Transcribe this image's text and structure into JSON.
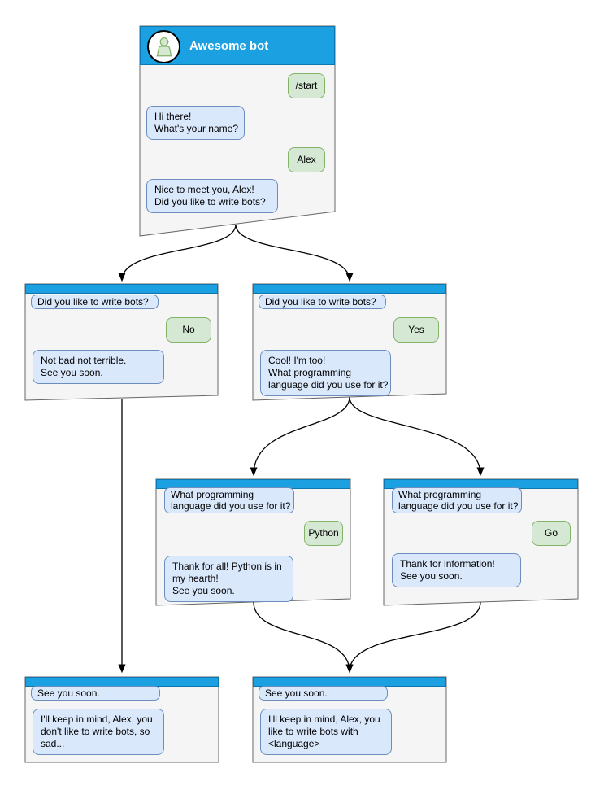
{
  "root_card": {
    "title": "Awesome bot",
    "avatar_icon": "user-icon",
    "messages": [
      {
        "from": "user",
        "text": "/start"
      },
      {
        "from": "bot",
        "text": "Hi there!\nWhat's your name?"
      },
      {
        "from": "user",
        "text": "Alex"
      },
      {
        "from": "bot",
        "text": "Nice to meet you, Alex!\nDid you like to write bots?"
      }
    ]
  },
  "branches": {
    "no": {
      "messages": [
        {
          "from": "bot",
          "text": "Did you like to write bots?"
        },
        {
          "from": "user",
          "text": "No"
        },
        {
          "from": "bot",
          "text": "Not bad not terrible.\nSee you soon."
        }
      ]
    },
    "yes": {
      "messages": [
        {
          "from": "bot",
          "text": "Did you like to write bots?"
        },
        {
          "from": "user",
          "text": "Yes"
        },
        {
          "from": "bot",
          "text": "Cool! I'm too!\nWhat programming\nlanguage did you use for it?"
        }
      ]
    },
    "python": {
      "messages": [
        {
          "from": "bot",
          "text": "What programming\nlanguage did you use for it?"
        },
        {
          "from": "user",
          "text": "Python"
        },
        {
          "from": "bot",
          "text": "Thank for all! Python is in\nmy hearth!\nSee you soon."
        }
      ]
    },
    "go": {
      "messages": [
        {
          "from": "bot",
          "text": "What programming\nlanguage did you use for it?"
        },
        {
          "from": "user",
          "text": "Go"
        },
        {
          "from": "bot",
          "text": "Thank for information!\nSee you soon."
        }
      ]
    },
    "end_no": {
      "messages": [
        {
          "from": "bot",
          "text": "See you soon."
        },
        {
          "from": "bot",
          "text": "I'll keep in mind, Alex, you\ndon't like to write bots, so\nsad..."
        }
      ]
    },
    "end_yes": {
      "messages": [
        {
          "from": "bot",
          "text": "See you soon."
        },
        {
          "from": "bot",
          "text": "I'll keep in mind, Alex, you\nlike to write bots with\n<language>"
        }
      ]
    }
  },
  "colors": {
    "header_blue": "#1ba1e2",
    "header_border": "#0e77b0",
    "card_bg": "#f5f5f5",
    "card_border": "#666666",
    "bot_bubble_bg": "#dae8fc",
    "bot_bubble_border": "#6c8ebf",
    "user_bubble_bg": "#d5e8d4",
    "user_bubble_border": "#82b366",
    "edge_color": "#000000"
  }
}
